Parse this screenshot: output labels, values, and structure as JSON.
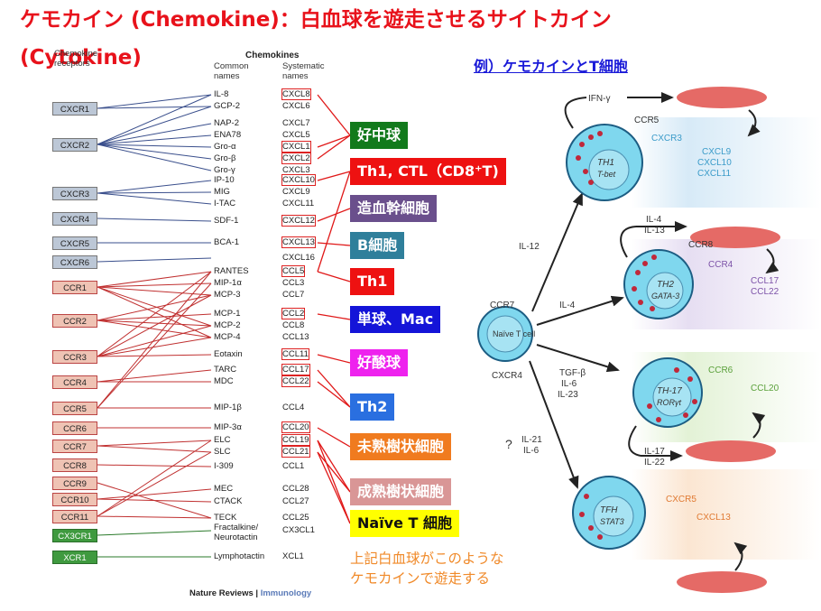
{
  "title_line1": "ケモカイン (Chemokine)：白血球を遊走させるサイトカイン",
  "title_line2": "(Cytokine)",
  "subtitle": "例）ケモカインとT細胞",
  "headers": {
    "receptors": "Chemokine receptors",
    "chemokines": "Chemokines",
    "common": "Common names",
    "systematic": "Systematic names"
  },
  "receptors": [
    "CXCR1",
    "CXCR2",
    "CXCR3",
    "CXCR4",
    "CXCR5",
    "CXCR6",
    "CCR1",
    "CCR2",
    "CCR3",
    "CCR4",
    "CCR5",
    "CCR6",
    "CCR7",
    "CCR8",
    "CCR9",
    "CCR10",
    "CCR11",
    "CX3CR1",
    "XCR1"
  ],
  "chemokines": [
    {
      "common": "IL-8",
      "systematic": "CXCL8"
    },
    {
      "common": "GCP-2",
      "systematic": "CXCL6"
    },
    {
      "common": "NAP-2",
      "systematic": "CXCL7"
    },
    {
      "common": "ENA78",
      "systematic": "CXCL5"
    },
    {
      "common": "Gro-α",
      "systematic": "CXCL1"
    },
    {
      "common": "Gro-β",
      "systematic": "CXCL2"
    },
    {
      "common": "Gro-γ",
      "systematic": "CXCL3"
    },
    {
      "common": "IP-10",
      "systematic": "CXCL10"
    },
    {
      "common": "MIG",
      "systematic": "CXCL9"
    },
    {
      "common": "I-TAC",
      "systematic": "CXCL11"
    },
    {
      "common": "SDF-1",
      "systematic": "CXCL12"
    },
    {
      "common": "BCA-1",
      "systematic": "CXCL13"
    },
    {
      "common": "",
      "systematic": "CXCL16"
    },
    {
      "common": "RANTES",
      "systematic": "CCL5"
    },
    {
      "common": "MIP-1α",
      "systematic": "CCL3"
    },
    {
      "common": "MCP-3",
      "systematic": "CCL7"
    },
    {
      "common": "MCP-1",
      "systematic": "CCL2"
    },
    {
      "common": "MCP-2",
      "systematic": "CCL8"
    },
    {
      "common": "MCP-4",
      "systematic": "CCL13"
    },
    {
      "common": "Eotaxin",
      "systematic": "CCL11"
    },
    {
      "common": "TARC",
      "systematic": "CCL17"
    },
    {
      "common": "MDC",
      "systematic": "CCL22"
    },
    {
      "common": "MIP-1β",
      "systematic": "CCL4"
    },
    {
      "common": "MIP-3α",
      "systematic": "CCL20"
    },
    {
      "common": "ELC",
      "systematic": "CCL19"
    },
    {
      "common": "SLC",
      "systematic": "CCL21"
    },
    {
      "common": "I-309",
      "systematic": "CCL1"
    },
    {
      "common": "MEC",
      "systematic": "CCL28"
    },
    {
      "common": "CTACK",
      "systematic": "CCL27"
    },
    {
      "common": "TECK",
      "systematic": "CCL25"
    },
    {
      "common": "Fractalkine/ Neurotactin",
      "systematic": "CX3CL1"
    },
    {
      "common": "Lymphotactin",
      "systematic": "XCL1"
    }
  ],
  "cell_labels": [
    {
      "text": "好中球",
      "bg": "#127a1c",
      "fg": "#ffffff"
    },
    {
      "text": "Th1, CTL（CD8⁺T)",
      "bg": "#ee1111",
      "fg": "#ffffff"
    },
    {
      "text": "造血幹細胞",
      "bg": "#6a4f8c",
      "fg": "#ffffff"
    },
    {
      "text": "B細胞",
      "bg": "#2f7f9b",
      "fg": "#ffffff"
    },
    {
      "text": "Th1",
      "bg": "#ee1111",
      "fg": "#ffffff"
    },
    {
      "text": "単球、Mac",
      "bg": "#1414d8",
      "fg": "#ffffff"
    },
    {
      "text": "好酸球",
      "bg": "#ee22ee",
      "fg": "#ffffff"
    },
    {
      "text": "Th2",
      "bg": "#2a6fe0",
      "fg": "#ffffff"
    },
    {
      "text": "未熟樹状細胞",
      "bg": "#f07b1f",
      "fg": "#ffffff"
    },
    {
      "text": "成熟樹状細胞",
      "bg": "#d99696",
      "fg": "#ffffff"
    },
    {
      "text": "Naïve T 細胞",
      "bg": "#ffff00",
      "fg": "#111111"
    }
  ],
  "note_line1": "上記白血球がこのような",
  "note_line2": "ケモカインで遊走する",
  "credit": {
    "journal": "Nature Reviews",
    "separator": " | ",
    "section": "Immunology"
  },
  "diagram": {
    "naive": "Naïve T cell",
    "ccr7": "CCR7",
    "cxcr4": "CXCR4",
    "il12": "IL-12",
    "il4": "IL-4",
    "tgf": "TGF-β",
    "il6": "IL-6",
    "il23": "IL-23",
    "q": "?",
    "il21": "IL-21",
    "il6b": "IL-6",
    "ifng": "IFN-γ",
    "th1": "TH1",
    "th1_tf": "T-bet",
    "th1_ccr5": "CCR5",
    "th1_cxcr3": "CXCR3",
    "th1_chem": [
      "CXCL9",
      "CXCL10",
      "CXCL11"
    ],
    "il4b": "IL-4",
    "il13": "IL-13",
    "th2": "TH2",
    "th2_tf": "GATA-3",
    "th2_ccr8": "CCR8",
    "th2_ccr4": "CCR4",
    "th2_chem": [
      "CCL17",
      "CCL22"
    ],
    "th17": "TH-17",
    "th17_tf": "RORγt",
    "th17_ccr6": "CCR6",
    "th17_chem": "CCL20",
    "il17": "IL-17",
    "il22": "IL-22",
    "tfh": "TFH",
    "tfh_tf": "STAT3",
    "tfh_cxcr5": "CXCR5",
    "tfh_chem": "CXCL13"
  },
  "colors": {
    "title": "#e8121b",
    "subtitle": "#1a1ad8",
    "cell": "#7fd7ee",
    "fibroblast": "#e56a66"
  }
}
